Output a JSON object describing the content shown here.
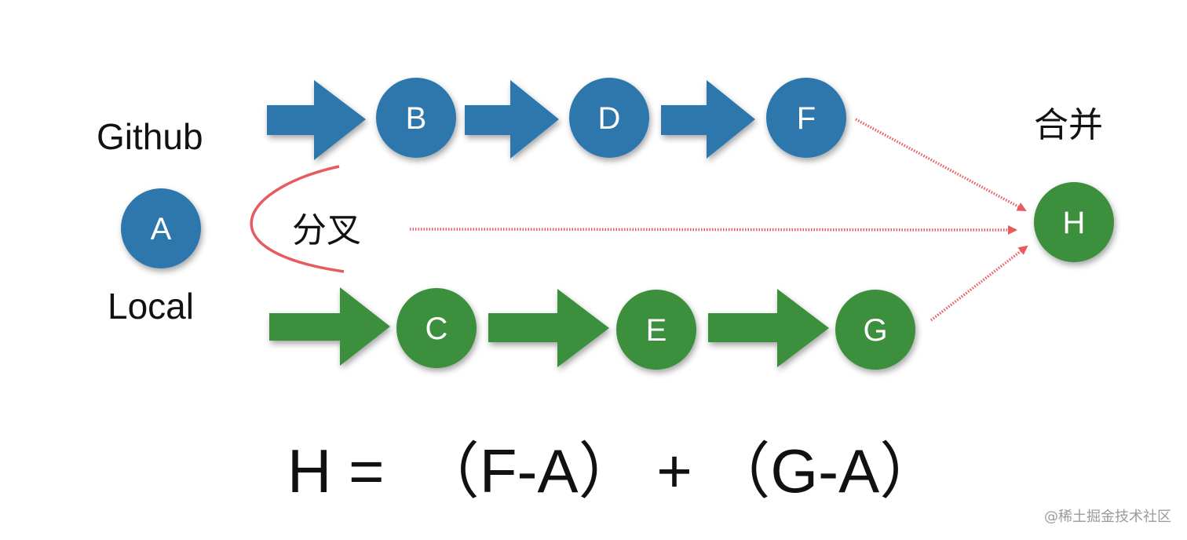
{
  "labels": {
    "github": "Github",
    "local": "Local",
    "fork": "分叉",
    "merge": "合并"
  },
  "nodes": {
    "a": "A",
    "b": "B",
    "c": "C",
    "d": "D",
    "e": "E",
    "f": "F",
    "g": "G",
    "h": "H"
  },
  "formula": "H =  （F-A） + （G-A）",
  "watermark": "@稀土掘金技术社区",
  "colors": {
    "github_blue": "#2d77ad",
    "local_green": "#3a8f3c",
    "connector_red": "#e85a5e",
    "text": "#111111"
  }
}
